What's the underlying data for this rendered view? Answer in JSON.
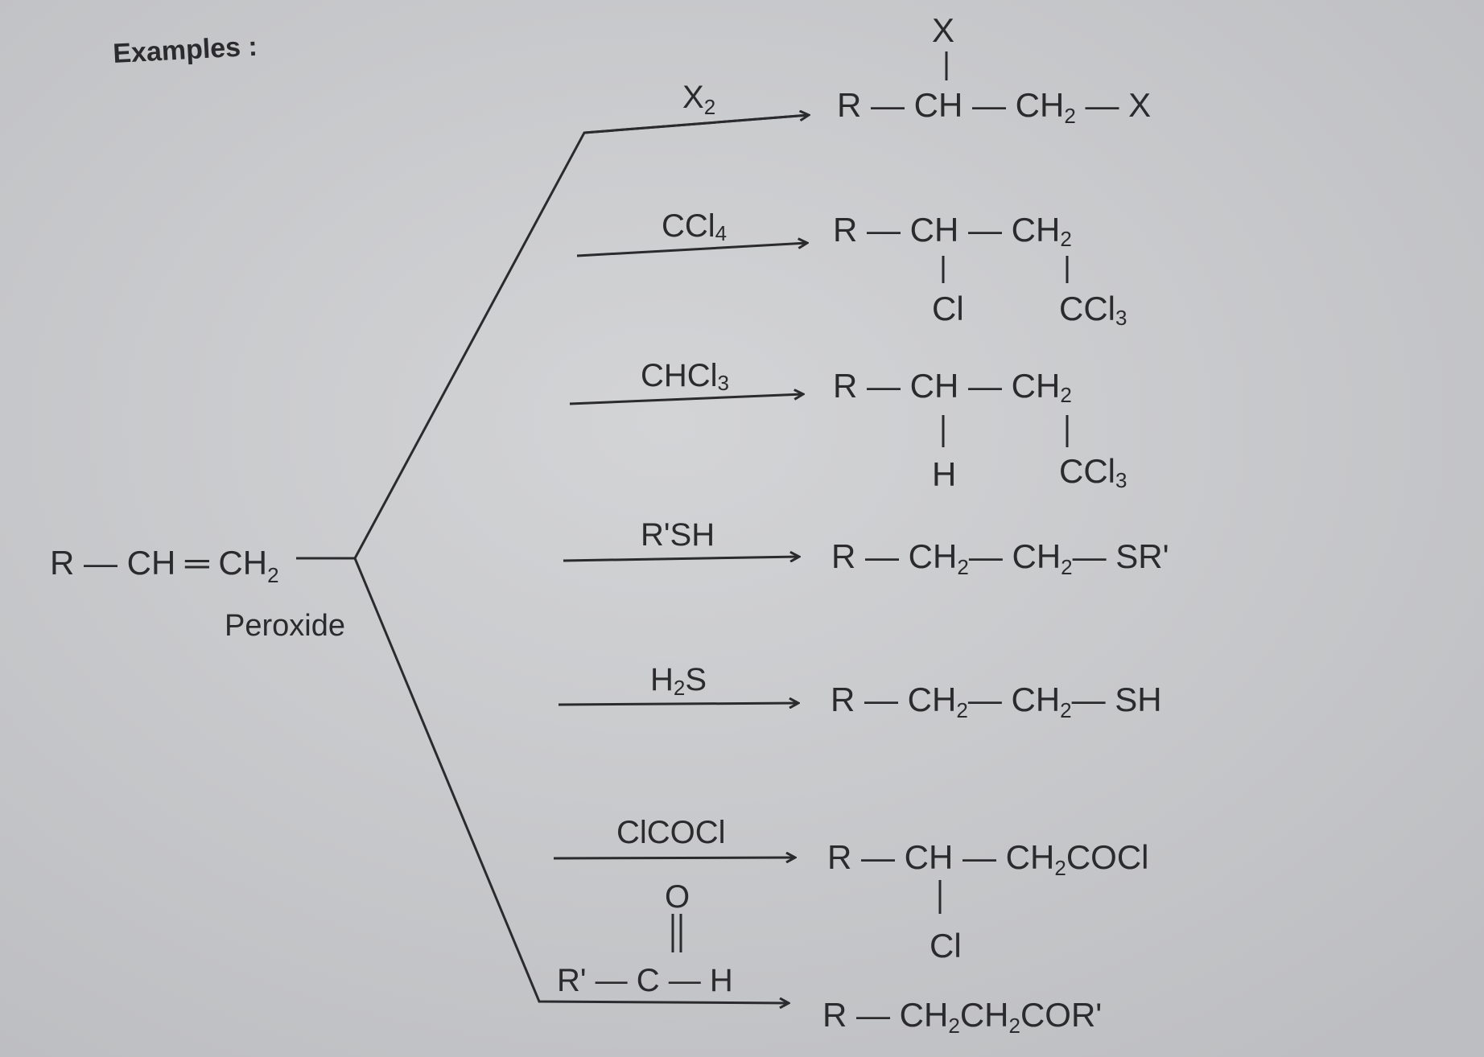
{
  "heading": "Examples :",
  "reactant": {
    "main": "R — CH ═ CH",
    "sub": "2",
    "tail": "—",
    "condition": "Peroxide"
  },
  "colors": {
    "paper": "#c9cacc",
    "ink": "#2b2b2d"
  },
  "reactions": [
    {
      "reagent": {
        "a": "X",
        "sub": "2"
      },
      "product": {
        "a": "R — CH — CH",
        "sub": "2",
        "b": " — X",
        "above_ch": "X"
      }
    },
    {
      "reagent": {
        "a": "CCl",
        "sub": "4"
      },
      "product": {
        "a": "R — CH — CH",
        "sub": "2",
        "below_ch": "Cl",
        "below_ch2": "CCl",
        "below_ch2_sub": "3"
      }
    },
    {
      "reagent": {
        "a": "CHCl",
        "sub": "3"
      },
      "product": {
        "a": "R — CH — CH",
        "sub": "2",
        "below_ch": "H",
        "below_ch2": "CCl",
        "below_ch2_sub": "3"
      }
    },
    {
      "reagent": {
        "a": "R'SH"
      },
      "product": {
        "a": "R — CH",
        "sub": "2",
        "b": "— CH",
        "sub2": "2",
        "c": "— SR'"
      }
    },
    {
      "reagent": {
        "a": "H",
        "sub": "2",
        "b": "S"
      },
      "product": {
        "a": "R — CH",
        "sub": "2",
        "b": "— CH",
        "sub2": "2",
        "c": "— SH"
      }
    },
    {
      "reagent": {
        "a": "ClCOCl"
      },
      "product": {
        "a": "R — CH — CH",
        "sub": "2",
        "b": "COCl",
        "below_ch": "Cl"
      }
    },
    {
      "reagent": {
        "o": "O",
        "a": "R' — C — H"
      },
      "product": {
        "a": "R — CH",
        "sub": "2",
        "b": "CH",
        "sub2": "2",
        "c": "COR'"
      }
    }
  ]
}
